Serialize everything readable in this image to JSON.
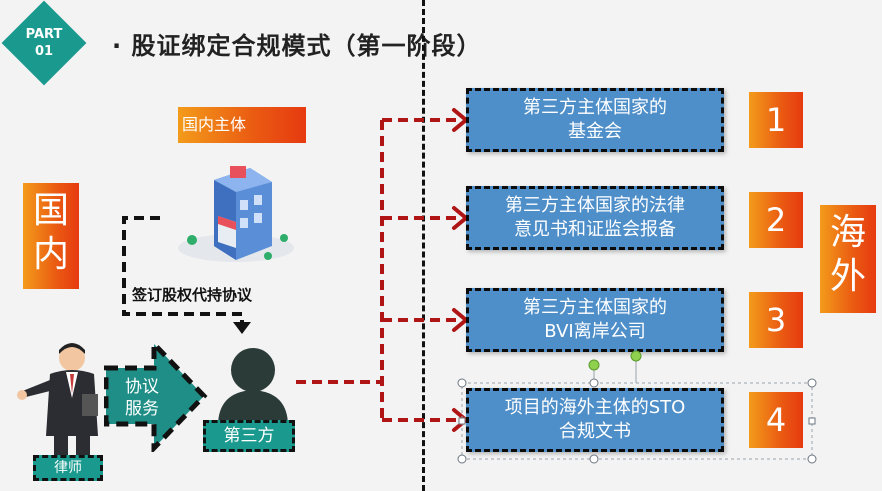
{
  "badge": {
    "line1": "PART",
    "line2": "01"
  },
  "title": "· 股证绑定合规模式（第一阶段）",
  "domestic_entity": "国内主体",
  "domestic": {
    "char1": "国",
    "char2": "内"
  },
  "overseas": {
    "char1": "海",
    "char2": "外"
  },
  "agreement": "签订股权代持协议",
  "protocol_service": {
    "line1": "协议",
    "line2": "服务"
  },
  "third_party": "第三方",
  "lawyer": "律师",
  "items": [
    {
      "line1": "第三方主体国家的",
      "line2": "基金会",
      "num": "1"
    },
    {
      "line1": "第三方主体国家的法律",
      "line2": "意见书和证监会报备",
      "num": "2"
    },
    {
      "line1": "第三方主体国家的",
      "line2": "BVI离岸公司",
      "num": "3"
    },
    {
      "line1": "项目的海外主体的STO",
      "line2": "合规文书",
      "num": "4"
    }
  ],
  "colors": {
    "teal": "#1a9a8e",
    "blue": "#4f8fc9",
    "orange": "#ea5a12",
    "arrow_red": "#b01515"
  },
  "icons": [
    "building-icon",
    "person-silhouette-icon",
    "lawyer-figure-icon",
    "arrow-right-icon"
  ]
}
